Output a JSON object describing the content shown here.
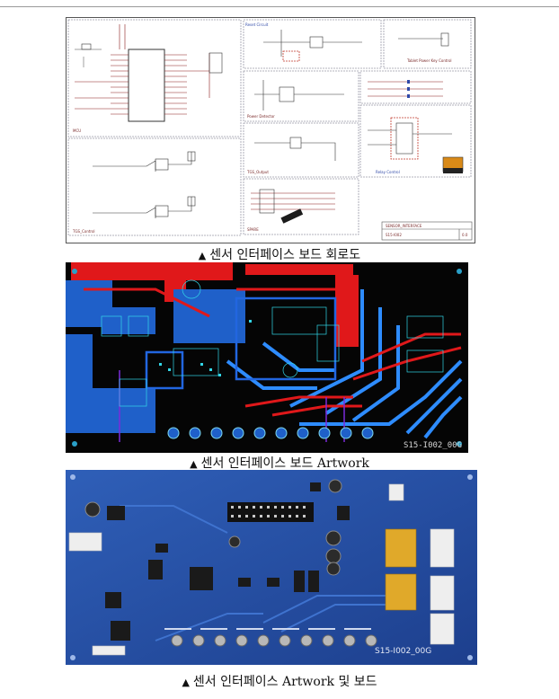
{
  "figures": [
    {
      "caption_marker": "▲",
      "caption": "센서 인터페이스 보드 회로도",
      "labels": {
        "mcu": "MCU",
        "reset": "Reset Circuit",
        "tablet": "Tablet Power Key Control",
        "power": "Power Detector",
        "tgs1": "TGS_Control",
        "tgs2": "TGS_Output",
        "relay": "Relay Control",
        "spare": "SPARE",
        "title_block_1": "SENSOR_INTERFACE",
        "title_block_2": "S15-I002",
        "rev": "0.0"
      }
    },
    {
      "caption_marker": "▲",
      "caption": "센서 인터페이스 보드 Artwork",
      "board_id": "S15-I002_00G"
    },
    {
      "caption_marker": "▲",
      "caption": "센서 인터페이스 Artwork 및 보드",
      "board_id": "S15-I002_00G"
    }
  ]
}
